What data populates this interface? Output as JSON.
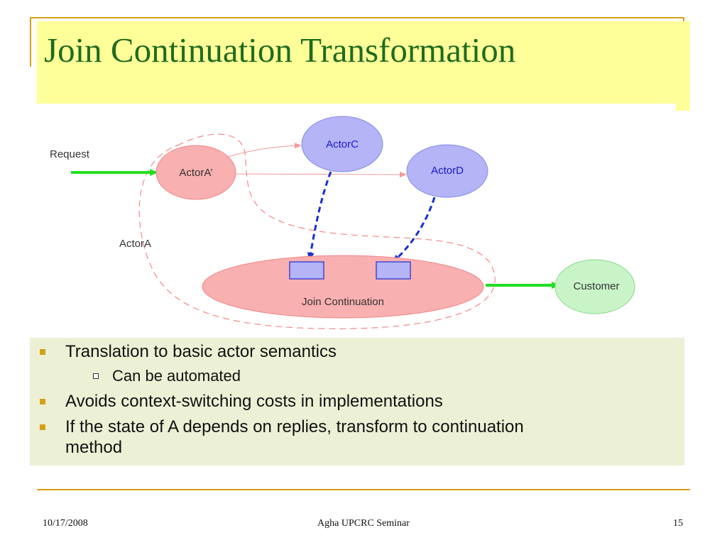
{
  "title": "Join Continuation Transformation",
  "diagram": {
    "request_label": "Request",
    "actorA_prime": "ActorA’",
    "actorC": "ActorC",
    "actorD": "ActorD",
    "actorA_label": "ActorA",
    "join_continuation": "Join Continuation",
    "customer": "Customer"
  },
  "bullets": [
    {
      "level": 1,
      "text": "Translation to basic actor semantics"
    },
    {
      "level": 2,
      "text": "Can be automated"
    },
    {
      "level": 1,
      "text": "Avoids context-switching costs in implementations"
    },
    {
      "level": 1,
      "text": "If the state of A depends on replies, transform to continuation"
    },
    {
      "level": 0,
      "text": "method"
    }
  ],
  "footer": {
    "date": "10/17/2008",
    "center": "Agha UPCRC Seminar",
    "page": "15"
  },
  "colors": {
    "title": "#1f6b1f",
    "accent": "#d4a017",
    "title_band": "#ffff99",
    "bullet_box": "#ecf0d5",
    "actor_red": "#f8b0b0",
    "actor_blue": "#b4b4f6",
    "actor_green": "#c8f4c8",
    "arrow_green": "#22dd22",
    "dashed_blue": "#1a2fd0"
  }
}
